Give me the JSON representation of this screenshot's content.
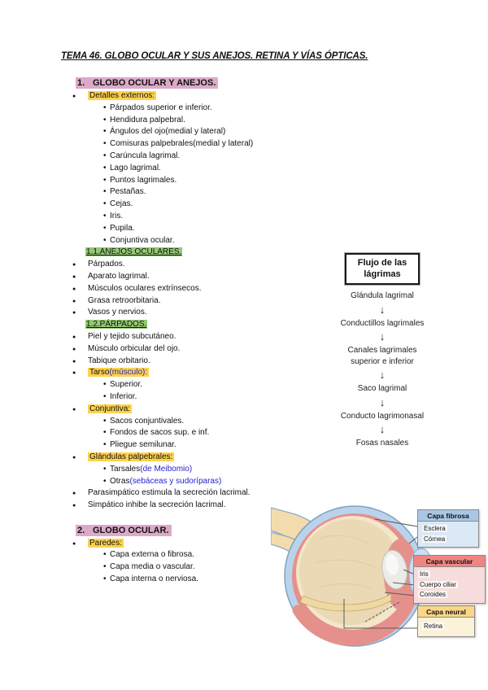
{
  "page": {
    "title": "TEMA 46. GLOBO OCULAR Y SUS ANEJOS. RETINA Y VÍAS ÓPTICAS."
  },
  "colors": {
    "highlight_yellow": "#fdd24f",
    "highlight_pink": "#dcaac9",
    "highlight_green": "#94c973",
    "blue_text": "#2323cc"
  },
  "outline": [
    {
      "type": "section",
      "num": "1.",
      "text": "GLOBO OCULAR Y ANEJOS."
    },
    {
      "type": "item",
      "level": 1,
      "highlight": "yellow",
      "segments": [
        {
          "text": "Detalles externos:"
        }
      ]
    },
    {
      "type": "item",
      "level": 2,
      "segments": [
        {
          "text": "Párpados superior e inferior."
        }
      ]
    },
    {
      "type": "item",
      "level": 2,
      "segments": [
        {
          "text": "Hendidura palpebral."
        }
      ]
    },
    {
      "type": "item",
      "level": 2,
      "segments": [
        {
          "text": "Ángulos del ojo(medial y lateral)"
        }
      ]
    },
    {
      "type": "item",
      "level": 2,
      "segments": [
        {
          "text": "Comisuras palpebrales(medial y lateral)"
        }
      ]
    },
    {
      "type": "item",
      "level": 2,
      "segments": [
        {
          "text": "Carúncula lagrimal."
        }
      ]
    },
    {
      "type": "item",
      "level": 2,
      "segments": [
        {
          "text": "Lago lagrimal."
        }
      ]
    },
    {
      "type": "item",
      "level": 2,
      "segments": [
        {
          "text": "Puntos lagrimales."
        }
      ]
    },
    {
      "type": "item",
      "level": 2,
      "segments": [
        {
          "text": "Pestañas."
        }
      ]
    },
    {
      "type": "item",
      "level": 2,
      "segments": [
        {
          "text": "Cejas."
        }
      ]
    },
    {
      "type": "item",
      "level": 2,
      "segments": [
        {
          "text": "Iris."
        }
      ]
    },
    {
      "type": "item",
      "level": 2,
      "segments": [
        {
          "text": "Pupila."
        }
      ]
    },
    {
      "type": "item",
      "level": 2,
      "segments": [
        {
          "text": "Conjuntiva ocular."
        }
      ]
    },
    {
      "type": "green",
      "text": "1.1.ANEJOS OCULARES."
    },
    {
      "type": "item",
      "level": 1,
      "segments": [
        {
          "text": "Párpados."
        }
      ]
    },
    {
      "type": "item",
      "level": 1,
      "segments": [
        {
          "text": "Aparato lagrimal."
        }
      ]
    },
    {
      "type": "item",
      "level": 1,
      "segments": [
        {
          "text": "Músculos oculares extrínsecos."
        }
      ]
    },
    {
      "type": "item",
      "level": 1,
      "segments": [
        {
          "text": "Grasa retroorbitaria."
        }
      ]
    },
    {
      "type": "item",
      "level": 1,
      "segments": [
        {
          "text": "Vasos y nervios."
        }
      ]
    },
    {
      "type": "green",
      "text": "1.2.PÁRPADOS."
    },
    {
      "type": "item",
      "level": 1,
      "segments": [
        {
          "text": "Piel y tejido subcutáneo."
        }
      ]
    },
    {
      "type": "item",
      "level": 1,
      "segments": [
        {
          "text": "Músculo orbicular del ojo."
        }
      ]
    },
    {
      "type": "item",
      "level": 1,
      "segments": [
        {
          "text": "Tabique orbitario."
        }
      ]
    },
    {
      "type": "item",
      "level": 1,
      "highlight": "yellow",
      "segments": [
        {
          "text": "Tarso"
        },
        {
          "text": "(músculo):",
          "color": "blue"
        }
      ]
    },
    {
      "type": "item",
      "level": 2,
      "segments": [
        {
          "text": "Superior."
        }
      ]
    },
    {
      "type": "item",
      "level": 2,
      "segments": [
        {
          "text": "Inferior."
        }
      ]
    },
    {
      "type": "item",
      "level": 1,
      "highlight": "yellow",
      "segments": [
        {
          "text": "Conjuntiva:"
        }
      ]
    },
    {
      "type": "item",
      "level": 2,
      "segments": [
        {
          "text": "Sacos conjuntivales."
        }
      ]
    },
    {
      "type": "item",
      "level": 2,
      "segments": [
        {
          "text": "Fondos de sacos sup. e inf."
        }
      ]
    },
    {
      "type": "item",
      "level": 2,
      "segments": [
        {
          "text": "Pliegue semilunar."
        }
      ]
    },
    {
      "type": "item",
      "level": 1,
      "highlight": "yellow",
      "segments": [
        {
          "text": "Glándulas palpebrales:"
        }
      ]
    },
    {
      "type": "item",
      "level": 2,
      "segments": [
        {
          "text": "Tarsales"
        },
        {
          "text": "(de Meibomio)",
          "color": "blue"
        }
      ]
    },
    {
      "type": "item",
      "level": 2,
      "segments": [
        {
          "text": "Otras"
        },
        {
          "text": "(sebáceas y sudoríparas)",
          "color": "blue"
        }
      ]
    },
    {
      "type": "item",
      "level": 1,
      "segments": [
        {
          "text": "Parasimpático estimula la secreción lacrimal."
        }
      ]
    },
    {
      "type": "item",
      "level": 1,
      "segments": [
        {
          "text": "Simpático inhibe la secreción lacrimal."
        }
      ]
    },
    {
      "type": "gap"
    },
    {
      "type": "section",
      "num": "2.",
      "text": "GLOBO OCULAR."
    },
    {
      "type": "item",
      "level": 1,
      "highlight": "yellow",
      "segments": [
        {
          "text": "Paredes:"
        }
      ]
    },
    {
      "type": "item",
      "level": 2,
      "segments": [
        {
          "text": "Capa externa o fibrosa."
        }
      ]
    },
    {
      "type": "item",
      "level": 2,
      "segments": [
        {
          "text": "Capa media o vascular."
        }
      ]
    },
    {
      "type": "item",
      "level": 2,
      "segments": [
        {
          "text": "Capa interna o nerviosa."
        }
      ]
    }
  ],
  "flowchart": {
    "box_lines": [
      "Flujo de las",
      "lágrimas"
    ],
    "arrow": "↓",
    "steps": [
      [
        "Glándula lagrimal"
      ],
      [
        "Conductillos lagrimales"
      ],
      [
        "Canales lagrimales",
        "superior e inferior"
      ],
      [
        "Saco lagrimal"
      ],
      [
        "Conducto lagrimonasal"
      ],
      [
        "Fosas nasales"
      ]
    ]
  },
  "eye_diagram": {
    "boxes": [
      {
        "header": "Capa fibrosa",
        "header_bg": "#a9c7e5",
        "body_bg": "#dbe8f6",
        "items": [
          "Esclera",
          "Córnea"
        ]
      },
      {
        "header": "Capa vascular",
        "header_bg": "#ef8581",
        "body_bg": "#f6dddc",
        "items": [
          "Iris",
          "Cuerpo ciliar",
          "Coroides"
        ]
      },
      {
        "header": "Capa neural",
        "header_bg": "#fbd687",
        "body_bg": "#fcf2da",
        "items": [
          "Retina"
        ]
      }
    ]
  }
}
